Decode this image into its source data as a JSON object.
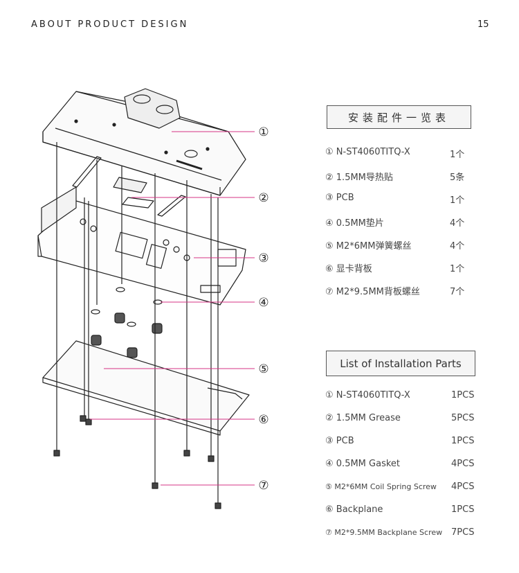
{
  "header": {
    "title": "ABOUT PRODUCT DESIGN",
    "page_number": "15"
  },
  "diagram": {
    "callouts": [
      "①",
      "②",
      "③",
      "④",
      "⑤",
      "⑥",
      "⑦"
    ],
    "line_color": "#d63384"
  },
  "parts_cn": {
    "title": "安装配件一览表",
    "items": [
      {
        "name": "① N-ST4060TITQ-X",
        "qty": "1个"
      },
      {
        "name": "② 1.5MM导热贴",
        "qty": "5条"
      },
      {
        "name": "③ PCB",
        "qty": "1个"
      },
      {
        "name": "④ 0.5MM垫片",
        "qty": "4个"
      },
      {
        "name": "⑤ M2*6MM弹簧螺丝",
        "qty": "4个"
      },
      {
        "name": "⑥ 显卡背板",
        "qty": "1个"
      },
      {
        "name": "⑦ M2*9.5MM背板螺丝",
        "qty": "7个"
      }
    ]
  },
  "parts_en": {
    "title": "List of Installation Parts",
    "items": [
      {
        "name": "① N-ST4060TITQ-X",
        "qty": "1PCS"
      },
      {
        "name": "② 1.5MM Grease",
        "qty": "5PCS"
      },
      {
        "name": "③ PCB",
        "qty": "1PCS"
      },
      {
        "name": "④ 0.5MM Gasket",
        "qty": "4PCS"
      },
      {
        "name": "⑤ M2*6MM Coil Spring Screw",
        "qty": "4PCS"
      },
      {
        "name": "⑥ Backplane",
        "qty": "1PCS"
      },
      {
        "name": "⑦ M2*9.5MM Backplane Screw",
        "qty": "7PCS"
      }
    ]
  }
}
